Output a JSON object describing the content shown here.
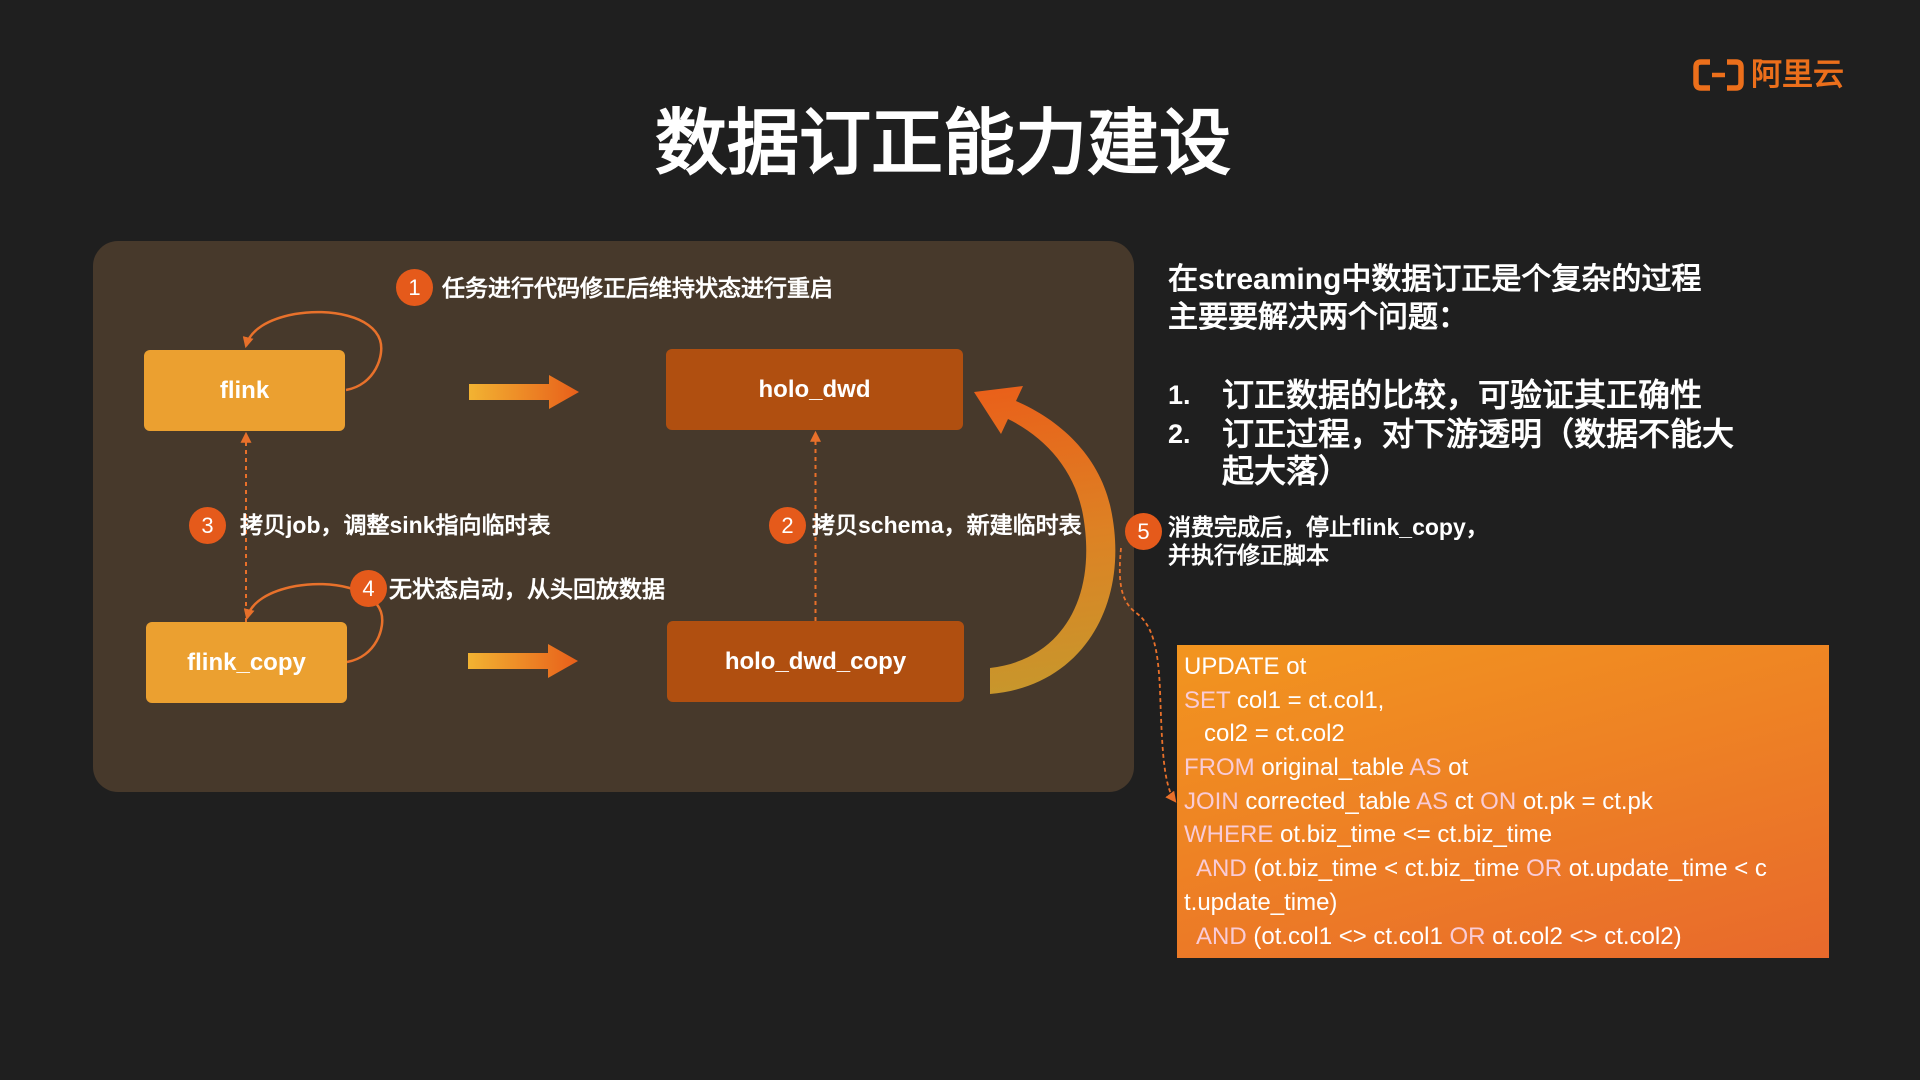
{
  "logo": {
    "icon": "aliyun-logo-icon",
    "text": "阿里云"
  },
  "title": "数据订正能力建设",
  "diagram": {
    "nodes": {
      "flink": "flink",
      "holo_dwd": "holo_dwd",
      "flink_copy": "flink_copy",
      "holo_dwd_copy": "holo_dwd_copy"
    },
    "steps": [
      {
        "num": "1",
        "text": "任务进行代码修正后维持状态进行重启"
      },
      {
        "num": "2",
        "text": "拷贝schema，新建临时表"
      },
      {
        "num": "3",
        "text": "拷贝job，调整sink指向临时表"
      },
      {
        "num": "4",
        "text": "无状态启动，从头回放数据"
      },
      {
        "num": "5",
        "lines": [
          "消费完成后，停止flink_copy，",
          "并执行修正脚本"
        ]
      }
    ]
  },
  "notes": {
    "heading": [
      "在streaming中数据订正是个复杂的过程",
      "主要要解决两个问题："
    ],
    "items": [
      {
        "num": "1.",
        "lines": [
          "订正数据的比较，可验证其正确性"
        ]
      },
      {
        "num": "2.",
        "lines": [
          "订正过程，对下游透明（数据不能大",
          "起大落）"
        ]
      }
    ]
  },
  "code_block": {
    "lines": [
      [
        {
          "text": "UPDATE ot",
          "keyword": false
        }
      ],
      [
        {
          "text": "SET",
          "keyword": true
        },
        {
          "text": " col1 = ct.col1,",
          "keyword": false
        }
      ],
      [
        {
          "text": "   col2 = ct.col2",
          "keyword": false
        }
      ],
      [
        {
          "text": "FROM",
          "keyword": true
        },
        {
          "text": " original_table ",
          "keyword": false
        },
        {
          "text": "AS",
          "keyword": true
        },
        {
          "text": " ot",
          "keyword": false
        }
      ],
      [
        {
          "text": "JOIN",
          "keyword": true
        },
        {
          "text": " corrected_table ",
          "keyword": false
        },
        {
          "text": "AS",
          "keyword": true
        },
        {
          "text": " ct ",
          "keyword": false
        },
        {
          "text": "ON",
          "keyword": true
        },
        {
          "text": " ot.pk = ct.pk",
          "keyword": false
        }
      ],
      [
        {
          "text": "WHERE",
          "keyword": true
        },
        {
          "text": " ot.biz_time <= ct.biz_time",
          "keyword": false
        }
      ],
      [
        {
          "text": "  AND",
          "keyword": true
        },
        {
          "text": " (ot.biz_time < ct.biz_time ",
          "keyword": false
        },
        {
          "text": "OR",
          "keyword": true
        },
        {
          "text": " ot.update_time < c",
          "keyword": false
        }
      ],
      [
        {
          "text": "t.update_time)",
          "keyword": false
        }
      ],
      [
        {
          "text": "  AND",
          "keyword": true
        },
        {
          "text": " (ot.col1 <> ct.col1 ",
          "keyword": false
        },
        {
          "text": "OR",
          "keyword": true
        },
        {
          "text": " ot.col2 <> ct.col2)",
          "keyword": false
        }
      ]
    ]
  },
  "colors": {
    "background": "#1f1f1f",
    "panel": "#47392b",
    "node_light": "#eba030",
    "node_dark": "#b04f10",
    "accent": "#e55a1b",
    "logo": "#ec6f1b",
    "code_keyword": "#f9cbd6",
    "code_bg_start": "#f2951f",
    "code_bg_end": "#e8692c"
  }
}
